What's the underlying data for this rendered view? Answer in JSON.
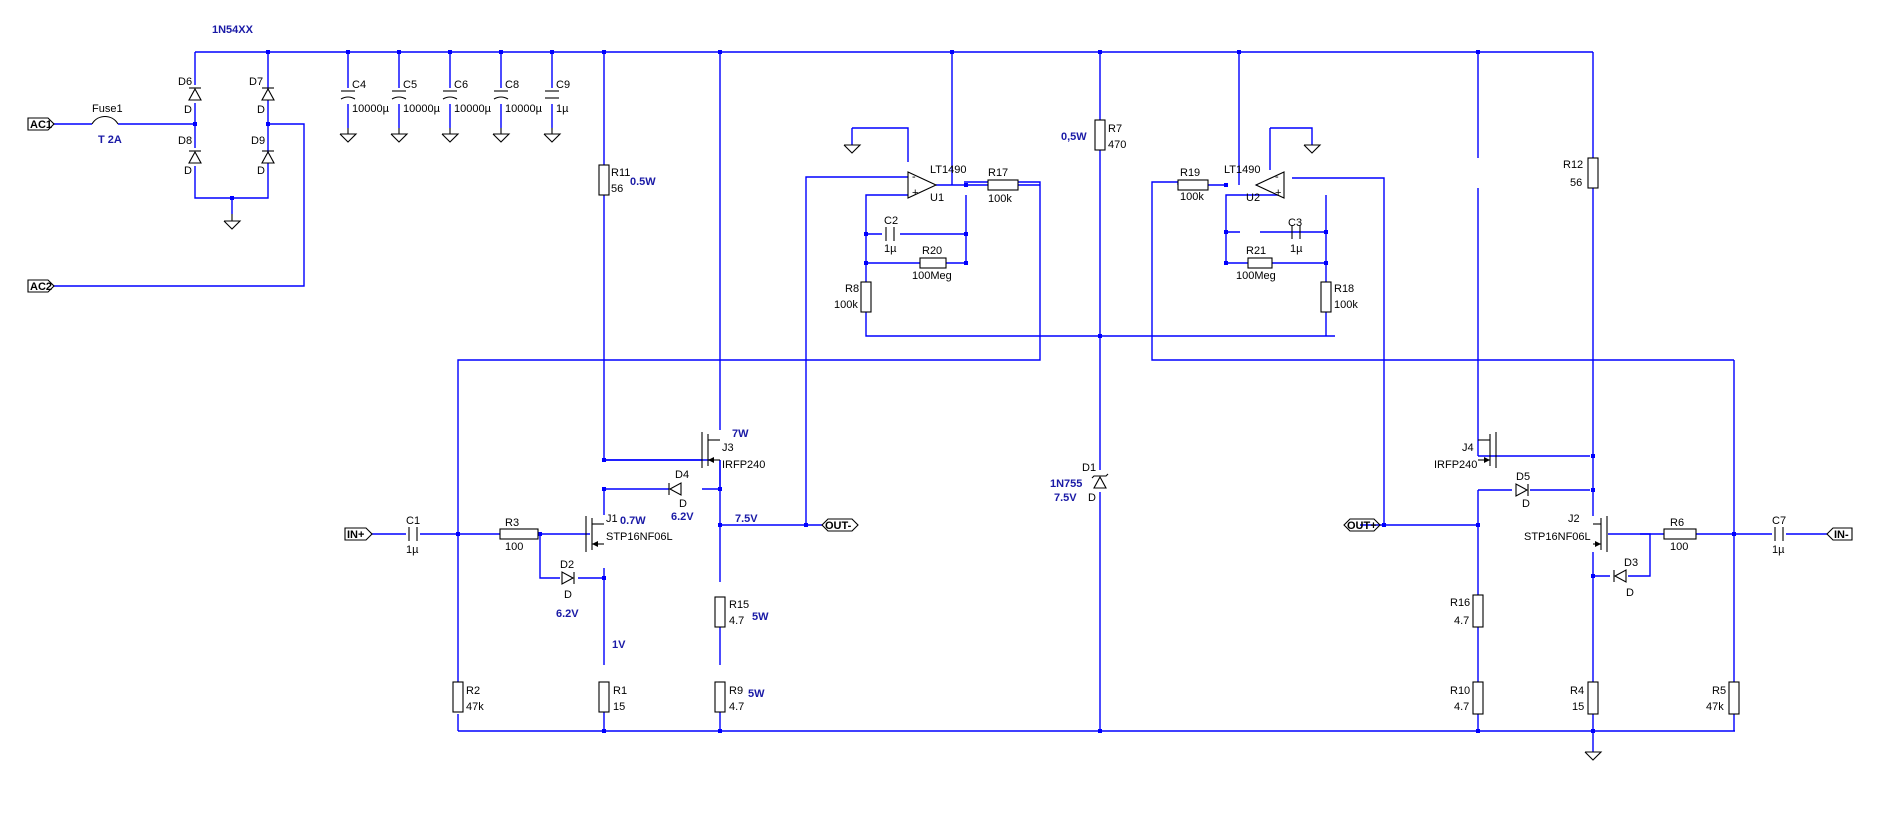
{
  "schematic": {
    "ports": {
      "ac1": "AC1",
      "ac2": "AC2",
      "in_plus": "IN+",
      "in_minus": "IN-",
      "out_minus": "OUT-",
      "out_plus": "OUT+"
    },
    "rectifier_label": "1N54XX",
    "fuse": {
      "ref": "Fuse1",
      "value": "T 2A"
    },
    "diodes": {
      "D6": "D6",
      "D7": "D7",
      "D8": "D8",
      "D9": "D9",
      "type": "D"
    },
    "caps": [
      {
        "ref": "C4",
        "value": "10000µ"
      },
      {
        "ref": "C5",
        "value": "10000µ"
      },
      {
        "ref": "C6",
        "value": "10000µ"
      },
      {
        "ref": "C8",
        "value": "10000µ"
      },
      {
        "ref": "C9",
        "value": "1µ"
      }
    ],
    "R11": {
      "ref": "R11",
      "value": "56",
      "power": "0.5W"
    },
    "R7": {
      "ref": "R7",
      "value": "470",
      "power": "0,5W"
    },
    "R12": {
      "ref": "R12",
      "value": "56"
    },
    "U1": {
      "ref": "U1",
      "part": "LT1490"
    },
    "U2": {
      "ref": "U2",
      "part": "LT1490"
    },
    "R17": {
      "ref": "R17",
      "value": "100k"
    },
    "R19": {
      "ref": "R19",
      "value": "100k"
    },
    "C2": {
      "ref": "C2",
      "value": "1µ"
    },
    "C3": {
      "ref": "C3",
      "value": "1µ"
    },
    "R20": {
      "ref": "R20",
      "value": "100Meg"
    },
    "R21": {
      "ref": "R21",
      "value": "100Meg"
    },
    "R8": {
      "ref": "R8",
      "value": "100k"
    },
    "R18": {
      "ref": "R18",
      "value": "100k"
    },
    "J3": {
      "ref": "J3",
      "part": "IRFP240",
      "power": "7W"
    },
    "J4": {
      "ref": "J4",
      "part": "IRFP240"
    },
    "J1": {
      "ref": "J1",
      "part": "STP16NF06L",
      "power": "0.7W"
    },
    "J2": {
      "ref": "J2",
      "part": "STP16NF06L"
    },
    "D4": {
      "ref": "D4",
      "type": "D",
      "zener": "6.2V"
    },
    "D5": {
      "ref": "D5",
      "type": "D"
    },
    "D2": {
      "ref": "D2",
      "type": "D",
      "zener": "6.2V"
    },
    "D3": {
      "ref": "D3",
      "type": "D"
    },
    "D1": {
      "ref": "D1",
      "part": "1N755",
      "zener": "7.5V",
      "type": "D"
    },
    "C1": {
      "ref": "C1",
      "value": "1µ"
    },
    "C7": {
      "ref": "C7",
      "value": "1µ"
    },
    "R3": {
      "ref": "R3",
      "value": "100"
    },
    "R6": {
      "ref": "R6",
      "value": "100"
    },
    "node_7v5": "7.5V",
    "node_1v": "1V",
    "R15": {
      "ref": "R15",
      "value": "4.7",
      "power": "5W"
    },
    "R9": {
      "ref": "R9",
      "value": "4.7",
      "power": "5W"
    },
    "R16": {
      "ref": "R16",
      "value": "4.7"
    },
    "R10": {
      "ref": "R10",
      "value": "4.7"
    },
    "R1": {
      "ref": "R1",
      "value": "15"
    },
    "R4": {
      "ref": "R4",
      "value": "15"
    },
    "R2": {
      "ref": "R2",
      "value": "47k"
    },
    "R5": {
      "ref": "R5",
      "value": "47k"
    }
  },
  "colors": {
    "wire": "#0000ff",
    "component": "#000000",
    "annotation": "#1a1aa6",
    "background": "#ffffff"
  }
}
